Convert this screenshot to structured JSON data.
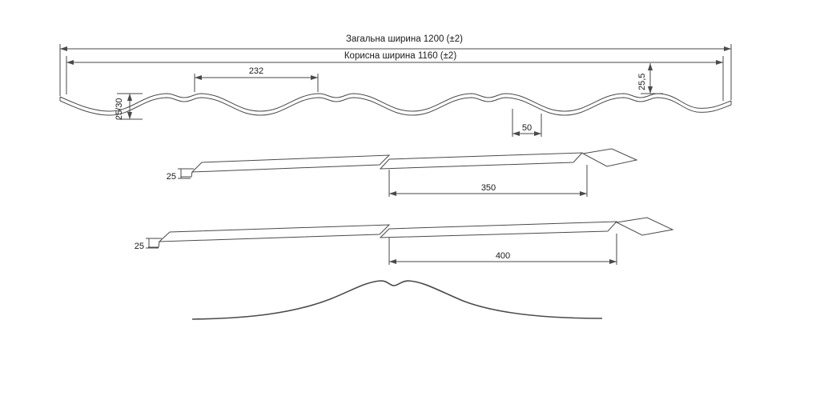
{
  "colors": {
    "line": "#4a4a4a",
    "text": "#1a1a1a",
    "background": "#ffffff"
  },
  "profile": {
    "total_width": "Загальна ширина 1200 (±2)",
    "useful_width": "Корисна ширина 1160 (±2)",
    "wave_pitch": "232",
    "edge_height": "25,5",
    "wave_height": "25/30",
    "flat_width": "50"
  },
  "module350": {
    "step": "25",
    "length": "350"
  },
  "module400": {
    "step": "25",
    "length": "400"
  }
}
